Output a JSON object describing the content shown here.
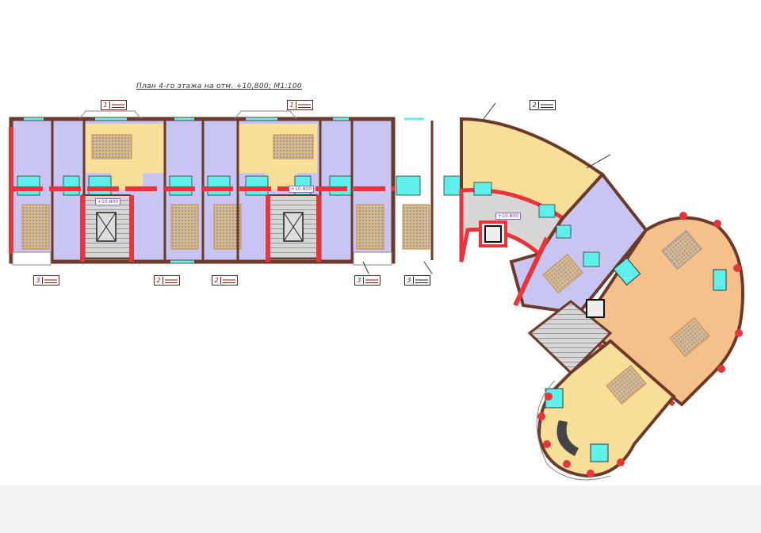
{
  "title": "План  4-го этажа на отм. +10,800; М1:100",
  "elevation_label": "+10.800",
  "apartment_tags": [
    {
      "number": "1",
      "style": "maroon"
    },
    {
      "number": "1",
      "style": "maroon"
    },
    {
      "number": "2",
      "style": "dark"
    },
    {
      "number": "3",
      "style": "maroon"
    },
    {
      "number": "2",
      "style": "maroon"
    },
    {
      "number": "2",
      "style": "maroon"
    },
    {
      "number": "3",
      "style": "maroon"
    },
    {
      "number": "3",
      "style": "dark"
    }
  ],
  "colors": {
    "wall": "#6b3a2a",
    "bearing_wall": "#e8343a",
    "apartment_lavender": "#c9c5f2",
    "apartment_yellow": "#f7df9a",
    "apartment_orange": "#f5c08a",
    "bathroom": "#5ff0ec",
    "stair": "#d6d6d6"
  }
}
